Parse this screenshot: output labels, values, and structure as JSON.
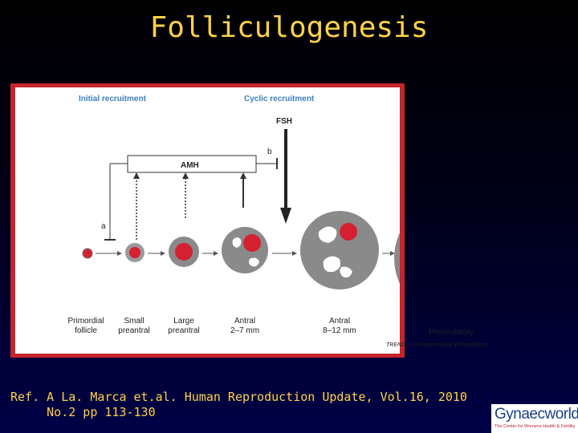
{
  "slide": {
    "title": "Folliculogenesis",
    "reference_line1": "Ref. A La. Marca et.al. Human Reproduction Update, Vol.16, 2010",
    "reference_line2": "No.2 pp 113-130"
  },
  "diagram": {
    "header_initial": "Initial recruitment",
    "header_cyclic": "Cyclic recruitment",
    "fsh_label": "FSH",
    "amh_label": "AMH",
    "marker_a": "a",
    "marker_b": "b",
    "stages": [
      {
        "line1": "Primordial",
        "line2": "follicle"
      },
      {
        "line1": "Small",
        "line2": "preantral"
      },
      {
        "line1": "Large",
        "line2": "preantral"
      },
      {
        "line1": "Antral",
        "line2": "2–7 mm"
      },
      {
        "line1": "Antral",
        "line2": "8–12 mm"
      },
      {
        "line1": "Preovulatory",
        "line2": ""
      }
    ],
    "source_caption": "TRENDS in Endocrinology & Metabolism"
  },
  "logo": {
    "word": "Gynaecworld",
    "tagline": "The Center for Womens Health & Fertility"
  },
  "colors": {
    "title": "#ffd24a",
    "header_text": "#3b7fc4",
    "follicle_red": "#d42030",
    "follicle_grey": "#8a8a8a",
    "frame_red": "#c4242b"
  }
}
